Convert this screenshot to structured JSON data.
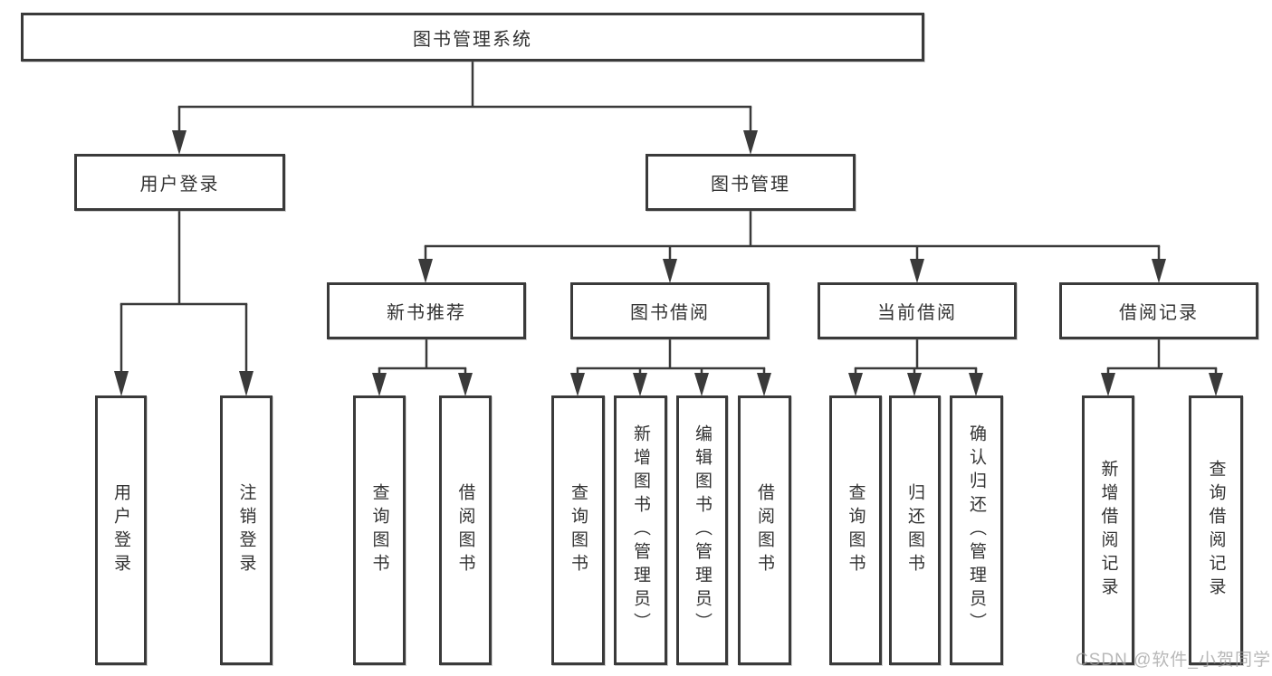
{
  "diagram_type": "hierarchy-tree",
  "colors": {
    "line": "#3a3a3a",
    "box_border": "#3a3a3a",
    "text": "#333333",
    "background": "#ffffff",
    "watermark": "#a0a0a0"
  },
  "tree": {
    "label": "图书管理系统",
    "children": [
      {
        "label": "用户登录",
        "children": [
          {
            "label": "用户登录"
          },
          {
            "label": "注销登录"
          }
        ]
      },
      {
        "label": "图书管理",
        "children": [
          {
            "label": "新书推荐",
            "children": [
              {
                "label": "查询图书"
              },
              {
                "label": "借阅图书"
              }
            ]
          },
          {
            "label": "图书借阅",
            "children": [
              {
                "label": "查询图书"
              },
              {
                "label": "新增图书（管理员）"
              },
              {
                "label": "编辑图书（管理员）"
              },
              {
                "label": "借阅图书"
              }
            ]
          },
          {
            "label": "当前借阅",
            "children": [
              {
                "label": "查询图书"
              },
              {
                "label": "归还图书"
              },
              {
                "label": "确认归还（管理员）"
              }
            ]
          },
          {
            "label": "借阅记录",
            "children": [
              {
                "label": "新增借阅记录"
              },
              {
                "label": "查询借阅记录"
              }
            ]
          }
        ]
      }
    ]
  },
  "watermark": {
    "text": "CSDN @软件_小贺同学"
  }
}
